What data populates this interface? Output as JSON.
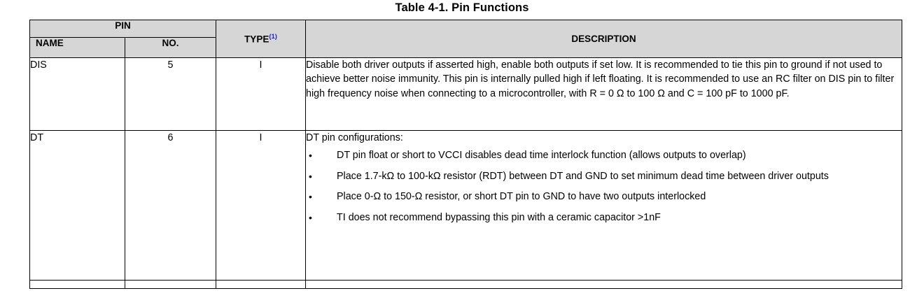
{
  "title": "Table 4-1. Pin Functions",
  "colors": {
    "header_background": "#d6d6d6",
    "footnote_link": "#2222cc",
    "border": "#000000",
    "text": "#000000"
  },
  "table": {
    "headers": {
      "pin_group": "PIN",
      "name": "NAME",
      "number": "NO.",
      "type": "TYPE",
      "type_footnote": "(1)",
      "description": "DESCRIPTION"
    },
    "rows": [
      {
        "name": "DIS",
        "no": "5",
        "type": "I",
        "description_kind": "paragraph",
        "description": "Disable both driver outputs if asserted high, enable both outputs if set low. It is recommended to tie this pin to ground if not used to achieve better noise immunity. This pin is internally pulled high if left floating. It is recommended to use an RC filter on DIS pin to filter high frequency noise when connecting to a microcontroller, with R = 0 Ω to 100 Ω and C = 100 pF to 1000 pF."
      },
      {
        "name": "DT",
        "no": "6",
        "type": "I",
        "description_kind": "bullets",
        "description_lead": "DT pin configurations:",
        "bullet_mark": "•",
        "bullets": [
          "DT pin float or short to VCCI disables dead time interlock function (allows outputs to overlap)",
          "Place 1.7-kΩ to 100-kΩ resistor (RDT) between DT and GND to set minimum dead time between driver outputs",
          "Place 0-Ω to 150-Ω resistor, or short DT pin to GND to have two outputs interlocked",
          "TI does not recommend bypassing this pin with a ceramic capacitor >1nF"
        ]
      },
      {
        "name": "",
        "no": "",
        "type": "",
        "description_kind": "partial",
        "description": ""
      }
    ]
  }
}
